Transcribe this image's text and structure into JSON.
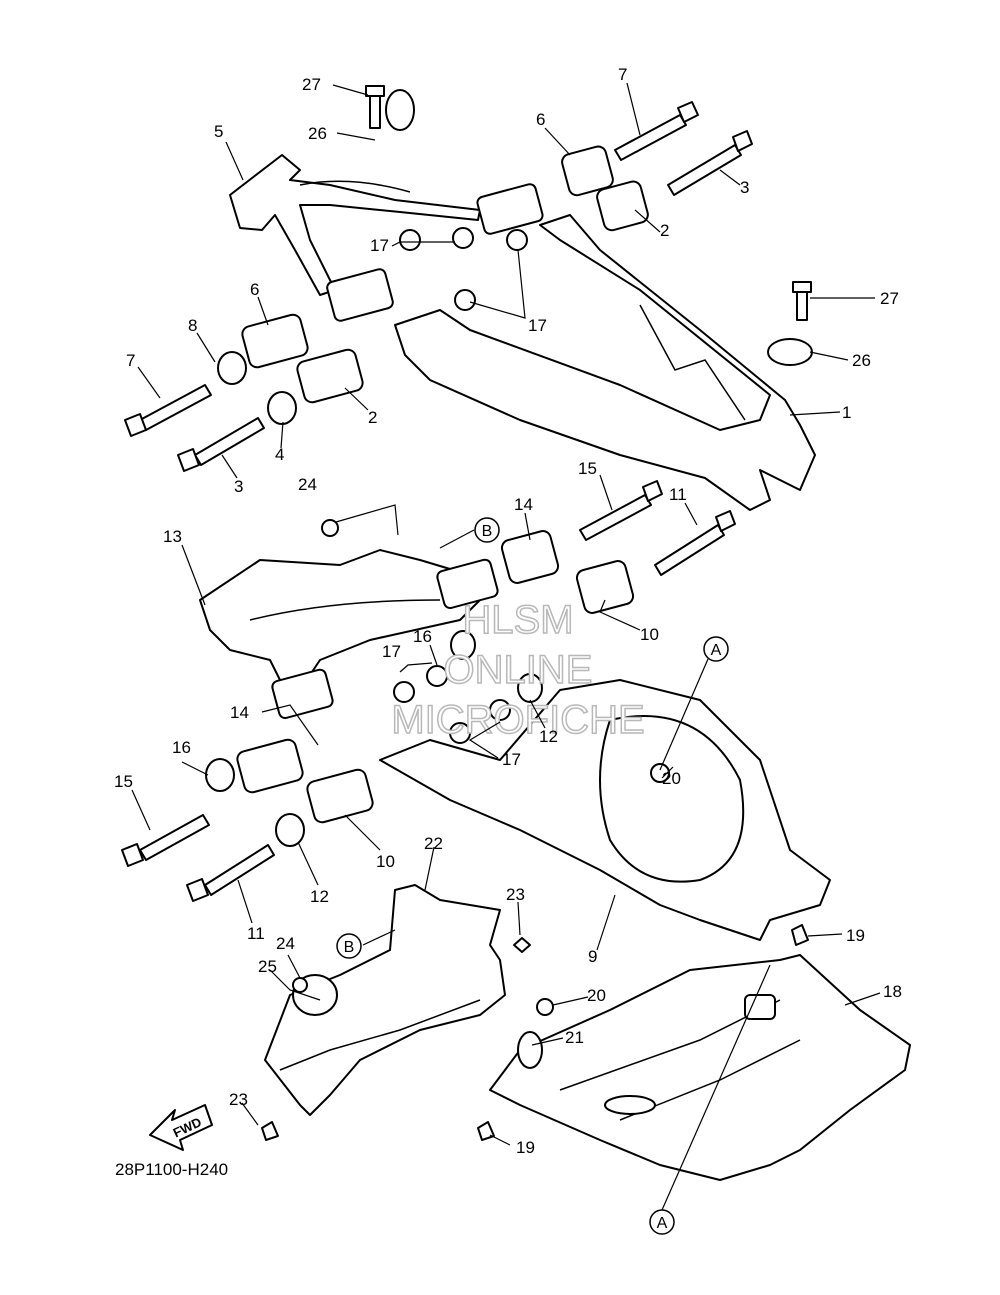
{
  "diagram": {
    "code": "28P1100-H240",
    "watermark": [
      "HLSM",
      "ONLINE",
      "MICROFICHE"
    ],
    "fwd_label": "FWD",
    "callouts": {
      "c27a": "27",
      "c26a": "26",
      "c5": "5",
      "c7a": "7",
      "c6a": "6",
      "c3a": "3",
      "c17a": "17",
      "c2a": "2",
      "c27b": "27",
      "c26b": "26",
      "c6b": "6",
      "c8": "8",
      "c7b": "7",
      "c17b": "17",
      "c1": "1",
      "c2b": "2",
      "c4": "4",
      "c3b": "3",
      "c15a": "15",
      "c11a": "11",
      "c24a": "24",
      "c14a": "14",
      "c13": "13",
      "c10a": "10",
      "c17c": "17",
      "c16a": "16",
      "c12a": "12",
      "c14b": "14",
      "c17d": "17",
      "c20a": "20",
      "c16b": "16",
      "c15b": "15",
      "c10b": "10",
      "c12b": "12",
      "c11b": "11",
      "c22": "22",
      "c23a": "23",
      "c19a": "19",
      "c9": "9",
      "c24b": "24",
      "c25": "25",
      "c18": "18",
      "c20b": "20",
      "c21": "21",
      "c23b": "23",
      "c19b": "19"
    },
    "refs": {
      "b1": "B",
      "b2": "B",
      "a1": "A",
      "a2": "A"
    }
  }
}
